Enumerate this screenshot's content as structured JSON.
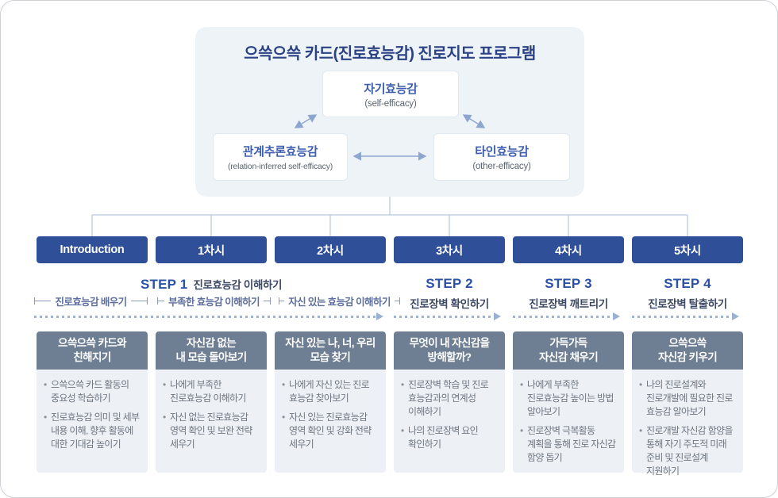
{
  "top": {
    "title": "으쓱으쓱 카드(진로효능감) 진로지도 프로그램",
    "nodes": {
      "self": {
        "ko": "자기효능감",
        "en": "(self-efficacy)"
      },
      "relation": {
        "ko": "관계추론효능감",
        "en": "(relation-inferred self-efficacy)"
      },
      "other": {
        "ko": "타인효능감",
        "en": "(other-efficacy)"
      }
    }
  },
  "sessions": [
    {
      "label": "Introduction"
    },
    {
      "label": "1차시"
    },
    {
      "label": "2차시"
    },
    {
      "label": "3차시"
    },
    {
      "label": "4차시"
    },
    {
      "label": "5차시"
    }
  ],
  "steps": {
    "step1": {
      "badge": "STEP 1",
      "title": "진로효능감 이해하기",
      "sublabels": [
        "진로효능감 배우기",
        "부족한 효능감 이해하기",
        "자신 있는 효능감 이해하기"
      ]
    },
    "step2": {
      "badge": "STEP 2",
      "title": "진로장벽 확인하기"
    },
    "step3": {
      "badge": "STEP 3",
      "title": "진로장벽 깨트리기"
    },
    "step4": {
      "badge": "STEP 4",
      "title": "진로장벽 탈출하기"
    }
  },
  "cards": [
    {
      "title": "으쓱으쓱 카드와\n친해지기",
      "bullets": [
        "으쓱으쓱 카드 활동의 중요성 학습하기",
        "진로효능감 의미 및 세부 내용 이해, 향후 활동에 대한 기대감 높이기"
      ]
    },
    {
      "title": "자신감 없는\n내 모습 돌아보기",
      "bullets": [
        "나에게 부족한 진로효능감 이해하기",
        "자신 없는 진로효능감 영역 확인 및 보완 전략 세우기"
      ]
    },
    {
      "title": "자신 있는 나, 너, 우리\n모습 찾기",
      "bullets": [
        "나에게 자신 있는 진로 효능감 찾아보기",
        "자신 있는 진로효능감 영역 확인 및 강화 전략 세우기"
      ]
    },
    {
      "title": "무엇이 내 자신감을\n방해할까?",
      "bullets": [
        "진로장벽 학습 및 진로 효능감과의 연계성 이해하기",
        "나의 진로장벽 요인 확인하기"
      ]
    },
    {
      "title": "가득가득\n자신감 채우기",
      "bullets": [
        "나에게 부족한 진로효능감 높이는 방법 알아보기",
        "진로장벽 극복활동 계획을 통해 진로 자신감 함양 돕기"
      ]
    },
    {
      "title": "으쓱으쓱\n자신감 키우기",
      "bullets": [
        "나의 진로설계와 진로개발에 필요한 진로 효능감 알아보기",
        "진로개발 자신감 함양을 통해 자기 주도적 미래 준비 및 진로설계 지원하기"
      ]
    }
  ],
  "colors": {
    "panel_bg": "#eef3f8",
    "title_navy": "#2a4184",
    "node_blue": "#3e5fb0",
    "arrow_blue": "#8ca6d0",
    "button_blue": "#2f4f99",
    "step_blue": "#2b51a6",
    "dotted_blue": "#9fb4d4",
    "card_head_slate": "#6e7e93",
    "card_body_bg": "#edf1f6"
  }
}
